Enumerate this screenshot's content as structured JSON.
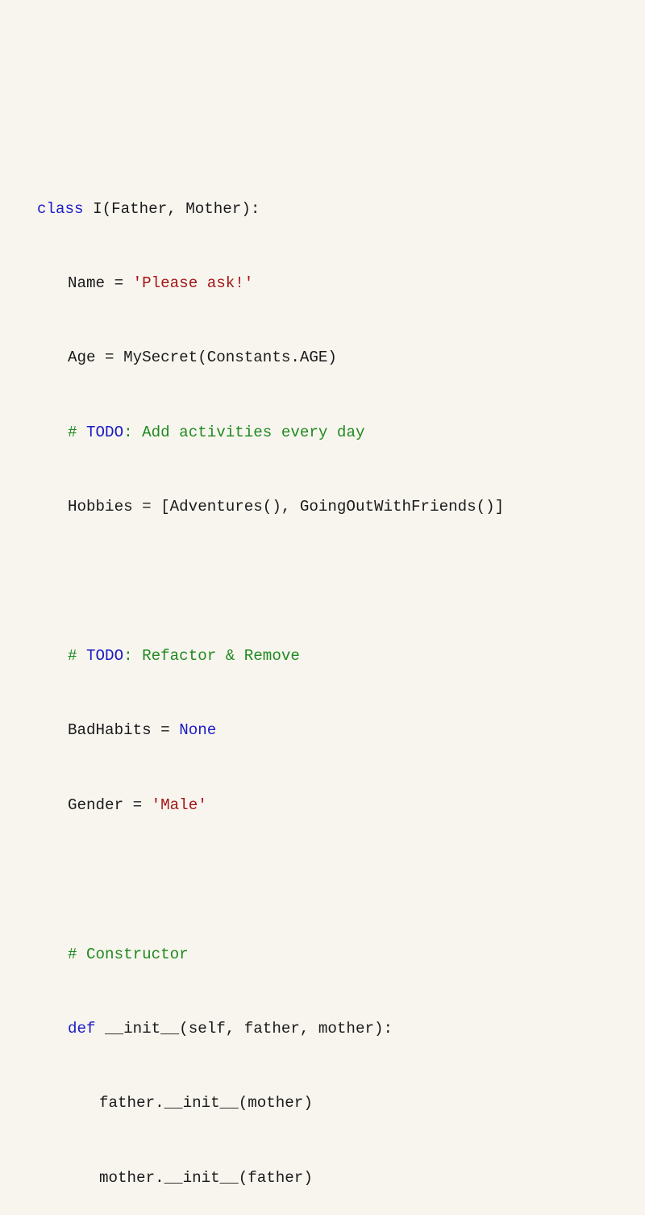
{
  "colors": {
    "background": "#f8f5ef",
    "text": "#1a1a1a",
    "keyword": "#1b1bc4",
    "string": "#a31515",
    "comment": "#1f8a1f"
  },
  "code": {
    "language": "python",
    "lines": [
      {
        "indent": 0,
        "tokens": [
          {
            "t": "kw",
            "v": "class"
          },
          {
            "t": "plain",
            "v": " I(Father, Mother):"
          }
        ]
      },
      {
        "indent": 1,
        "tokens": [
          {
            "t": "plain",
            "v": "Name = "
          },
          {
            "t": "str",
            "v": "'Please ask!'"
          }
        ]
      },
      {
        "indent": 1,
        "tokens": [
          {
            "t": "plain",
            "v": "Age = MySecret(Constants.AGE)"
          }
        ]
      },
      {
        "indent": 1,
        "tokens": [
          {
            "t": "cm",
            "v": "# "
          },
          {
            "t": "todo",
            "v": "TODO"
          },
          {
            "t": "cm",
            "v": ": Add activities every day"
          }
        ]
      },
      {
        "indent": 1,
        "tokens": [
          {
            "t": "plain",
            "v": "Hobbies = [Adventures(), GoingOutWithFriends()]"
          }
        ]
      },
      {
        "indent": 0,
        "tokens": []
      },
      {
        "indent": 1,
        "tokens": [
          {
            "t": "cm",
            "v": "# "
          },
          {
            "t": "todo",
            "v": "TODO"
          },
          {
            "t": "cm",
            "v": ": Refactor & Remove"
          }
        ]
      },
      {
        "indent": 1,
        "tokens": [
          {
            "t": "plain",
            "v": "BadHabits = "
          },
          {
            "t": "kw",
            "v": "None"
          }
        ]
      },
      {
        "indent": 1,
        "tokens": [
          {
            "t": "plain",
            "v": "Gender = "
          },
          {
            "t": "str",
            "v": "'Male'"
          }
        ]
      },
      {
        "indent": 0,
        "tokens": []
      },
      {
        "indent": 1,
        "tokens": [
          {
            "t": "cm",
            "v": "# Constructor"
          }
        ]
      },
      {
        "indent": 1,
        "tokens": [
          {
            "t": "kw",
            "v": "def"
          },
          {
            "t": "plain",
            "v": " __init__(self, father, mother):"
          }
        ]
      },
      {
        "indent": 2,
        "tokens": [
          {
            "t": "plain",
            "v": "father.__init__(mother)"
          }
        ]
      },
      {
        "indent": 2,
        "tokens": [
          {
            "t": "plain",
            "v": "mother.__init__(father)"
          }
        ]
      }
    ]
  }
}
